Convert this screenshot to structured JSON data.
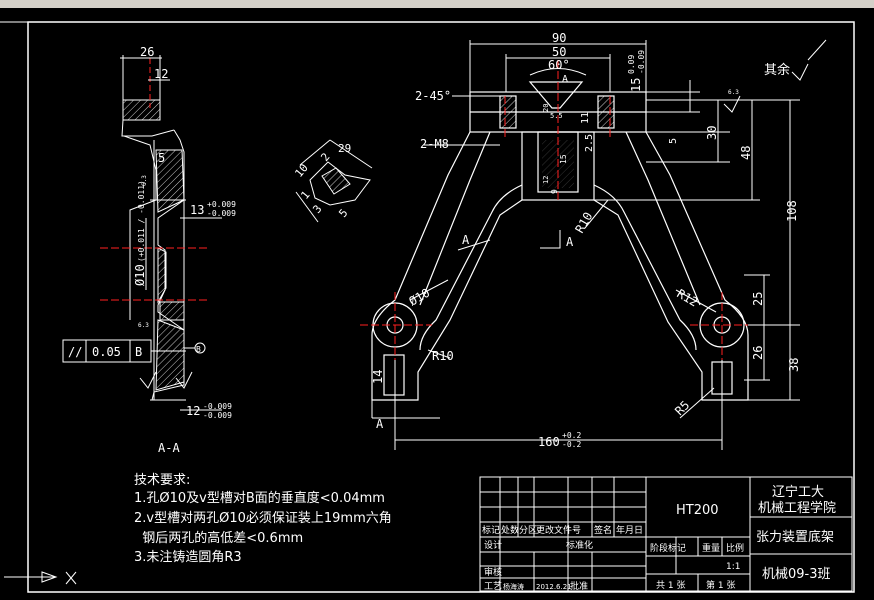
{
  "title_block": {
    "material": "HT200",
    "school_line1": "辽宁工大",
    "school_line2": "机械工程学院",
    "part_name": "张力装置底架",
    "class_name": "机械09-3班",
    "row_headers": [
      "标记",
      "处数",
      "分区",
      "更改文件号",
      "签名",
      "年月日"
    ],
    "design_label": "设计",
    "standardize_label": "标准化",
    "stage_mark_label": "阶段标记",
    "weight_label": "重量",
    "scale_label": "比例",
    "scale_value": "1:1",
    "review_label": "审核",
    "process_label": "工艺",
    "designer": "杨海涛",
    "date": "2012.6.21",
    "approve_label": "批准",
    "sheet_total": "共 1 张",
    "sheet_no": "第 1 张"
  },
  "tech_requirements": {
    "heading": "技术要求:",
    "items": [
      "1.孔Ø10及v型槽对B面的垂直度<0.04mm",
      "2.v型槽对两孔Ø10必须保证装上19mm六角",
      "  钢后两孔的高低差<0.6mm",
      "3.未注铸造圆角R3"
    ]
  },
  "section_view": {
    "label": "A-A",
    "dims": {
      "width_top": "26",
      "width_inner": "12",
      "slot": "5",
      "thick_mid": "13",
      "thick_mid_tol_upper": "+0.009",
      "thick_mid_tol_lower": "-0.009",
      "hole_dia": "Ø10",
      "hole_tol": "(+0.011 / -0.011)",
      "thick_bottom": "12",
      "thick_bottom_tol_upper": "-0.009",
      "thick_bottom_tol_lower": "-0.009",
      "roughness": "6.3",
      "roughness_small": "6.3"
    },
    "tolerance_frame": {
      "symbol": "//",
      "value": "0.05",
      "datum": "B"
    },
    "datum_b": "B"
  },
  "detail_view": {
    "dims": [
      "29",
      "10",
      "2",
      "1",
      "3",
      "5"
    ]
  },
  "main_view": {
    "dims": {
      "top_90": "90",
      "top_50": "50",
      "angle": "60°",
      "right_15": "15",
      "right_15_tol_upper": "0.09",
      "right_15_tol_lower": "-0.09",
      "chamfer": "2-45°",
      "thread": "2-M8",
      "d30": "30",
      "d48": "48",
      "d108": "108",
      "d25": "25",
      "d26": "26",
      "d38": "38",
      "d160": "160",
      "d160_tol_upper": "+0.2",
      "d160_tol_lower": "-0.2",
      "r10a": "R10",
      "r10b": "R10",
      "r12": "R12",
      "r5": "R5",
      "phi10": "Ø10",
      "d14": "14",
      "d2_5": "2.5",
      "d15_small": "15",
      "d5": "5",
      "d9": "9",
      "d11": "11",
      "d12": "12",
      "d20": "20",
      "d5_5": "5.5",
      "sec_a": "A",
      "roughness": "6.3"
    },
    "other_finish": "其余"
  },
  "colors": {
    "background": "#000000",
    "line": "#ffffff",
    "centerline": "#ff2020",
    "hatch": "#ffffff"
  }
}
